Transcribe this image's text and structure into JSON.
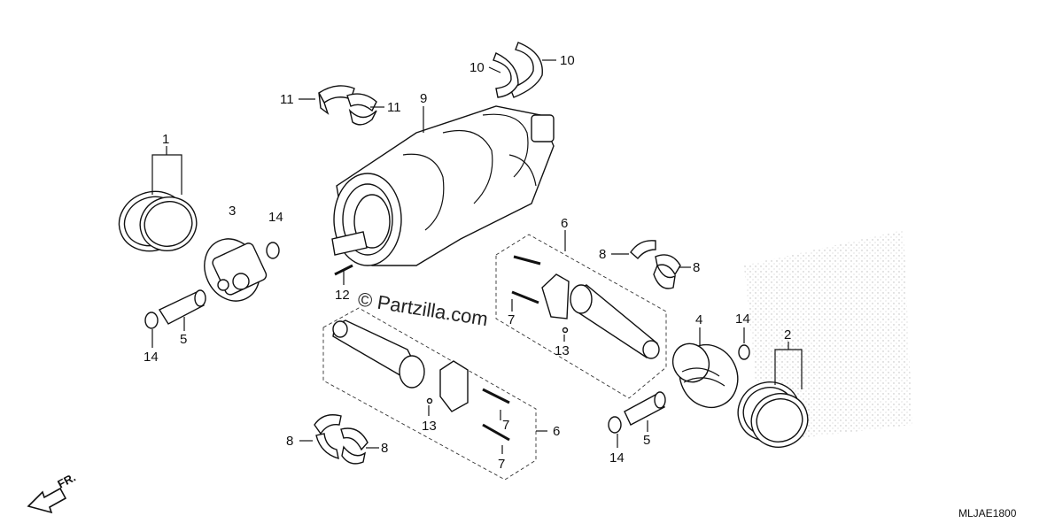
{
  "watermark": "© Partzilla.com",
  "diagram_code": "MLJAE1800",
  "direction_label": "FR.",
  "callouts": {
    "c1": "1",
    "c2": "2",
    "c3": "3",
    "c4": "4",
    "c5_left": "5",
    "c5_right": "5",
    "c6_upper": "6",
    "c6_lower": "6",
    "c7_upper": "7",
    "c7_lower_a": "7",
    "c7_lower_b": "7",
    "c8_upper_left": "8",
    "c8_upper_right": "8",
    "c8_lower_left": "8",
    "c8_lower_right": "8",
    "c9": "9",
    "c10_left": "10",
    "c10_right": "10",
    "c11_left": "11",
    "c11_right": "11",
    "c12": "12",
    "c13_upper": "13",
    "c13_lower": "13",
    "c14_left_top": "14",
    "c14_left_bottom": "14",
    "c14_right_top": "14",
    "c14_right_bottom": "14"
  }
}
